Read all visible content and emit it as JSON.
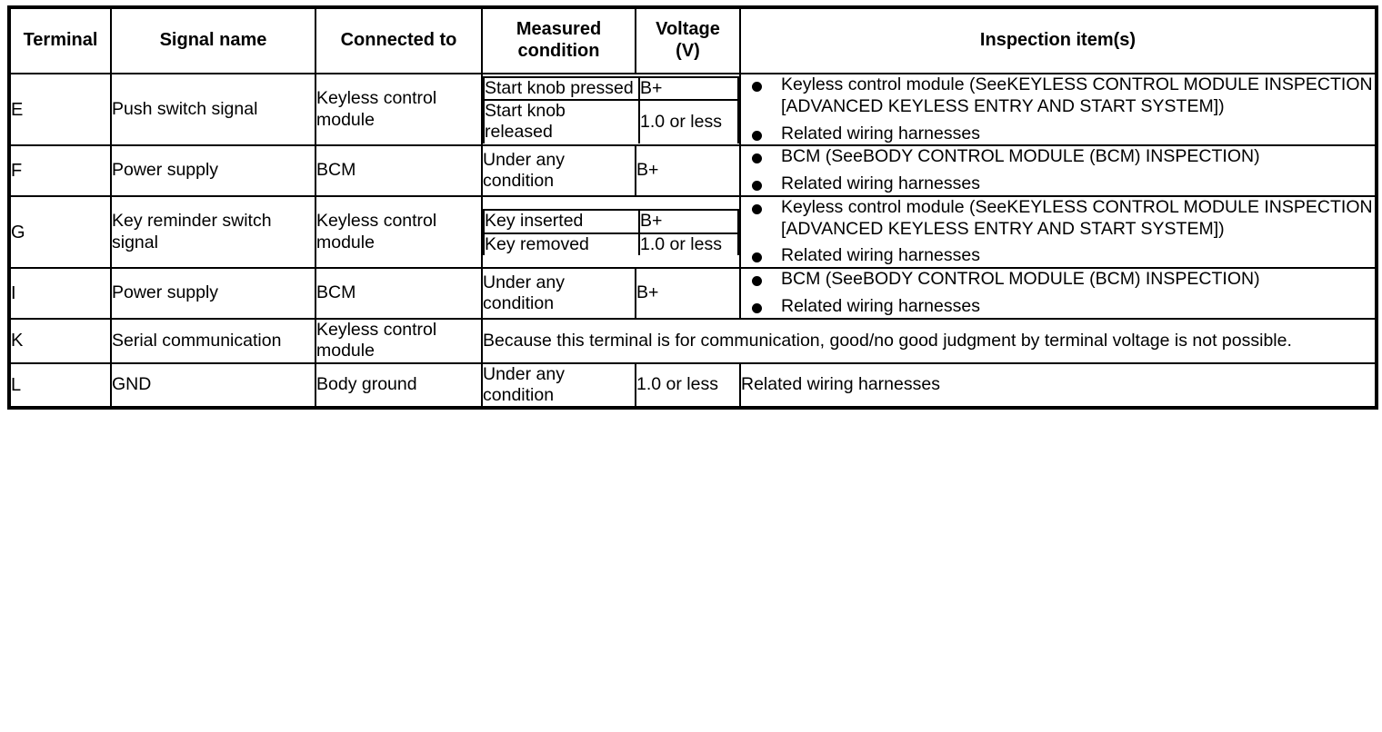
{
  "table": {
    "headers": [
      "Terminal",
      "Signal name",
      "Connected to",
      "Measured condition",
      "Voltage (V)",
      "Inspection item(s)"
    ],
    "header_lines": {
      "terminal": "Terminal",
      "signal_name": "Signal name",
      "connected_to": "Connected to",
      "measured_l1": "Measured",
      "measured_l2": "condition",
      "voltage_l1": "Voltage",
      "voltage_l2": "(V)",
      "inspection": "Inspection item(s)"
    },
    "rows": [
      {
        "terminal": "E",
        "signal_name": "Push switch signal",
        "connected_to": "Keyless control module",
        "conditions": [
          {
            "measured": "Start knob pressed",
            "voltage": "B+"
          },
          {
            "measured": "Start knob released",
            "voltage": "1.0 or less"
          }
        ],
        "inspection_items": [
          "Keyless control module (SeeKEYLESS CONTROL MODULE INSPECTION [ADVANCED KEYLESS ENTRY AND START SYSTEM])",
          "Related wiring harnesses"
        ]
      },
      {
        "terminal": "F",
        "signal_name": "Power supply",
        "connected_to": "BCM",
        "conditions": [
          {
            "measured": "Under any condition",
            "voltage": "B+"
          }
        ],
        "inspection_items": [
          "BCM (SeeBODY CONTROL MODULE (BCM) INSPECTION)",
          "Related wiring harnesses"
        ]
      },
      {
        "terminal": "G",
        "signal_name": "Key reminder switch signal",
        "connected_to": "Keyless control module",
        "conditions": [
          {
            "measured": "Key inserted",
            "voltage": "B+"
          },
          {
            "measured": "Key removed",
            "voltage": "1.0 or less"
          }
        ],
        "inspection_items": [
          "Keyless control module (SeeKEYLESS CONTROL MODULE INSPECTION [ADVANCED KEYLESS ENTRY AND START SYSTEM])",
          "Related wiring harnesses"
        ]
      },
      {
        "terminal": "I",
        "signal_name": "Power supply",
        "connected_to": "BCM",
        "conditions": [
          {
            "measured": "Under any condition",
            "voltage": "B+"
          }
        ],
        "inspection_items": [
          "BCM (SeeBODY CONTROL MODULE (BCM) INSPECTION)",
          "Related wiring harnesses"
        ]
      },
      {
        "terminal": "K",
        "signal_name": "Serial communication",
        "connected_to": "Keyless control module",
        "note": "Because this terminal is for communication, good/no good judgment by terminal voltage is not possible."
      },
      {
        "terminal": "L",
        "signal_name": "GND",
        "connected_to": "Body ground",
        "conditions": [
          {
            "measured": "Under any condition",
            "voltage": "1.0 or less"
          }
        ],
        "inspection_plain": "Related wiring harnesses"
      }
    ]
  },
  "colors": {
    "border": "#000000",
    "text": "#000000",
    "background": "#ffffff"
  }
}
